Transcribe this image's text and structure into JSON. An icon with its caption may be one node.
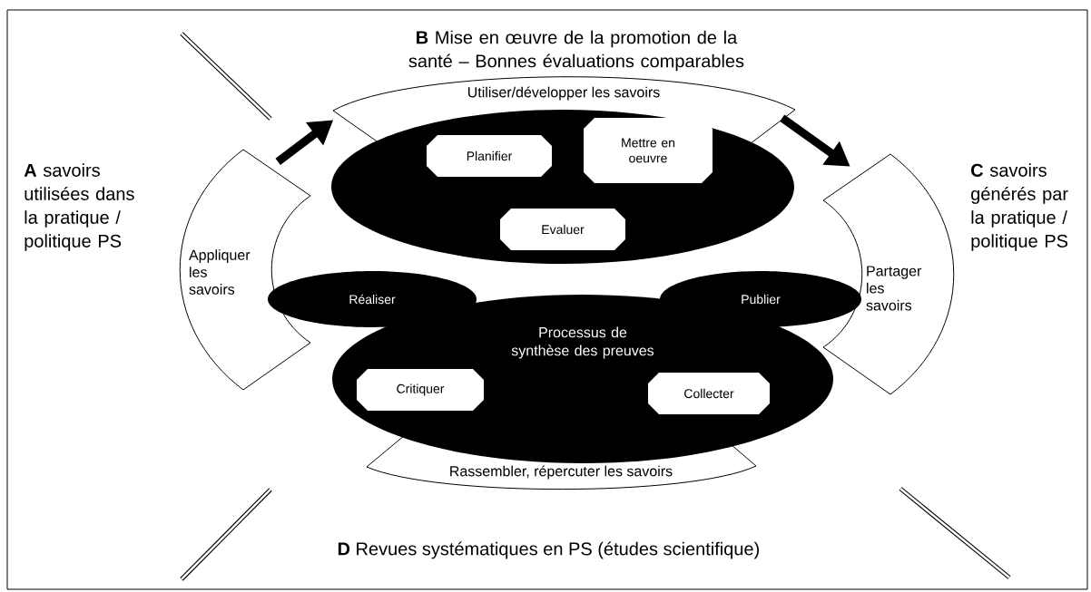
{
  "diagram": {
    "nodes": [
      {
        "text": [
          "Utiliser/développer les savoirs"
        ]
      },
      {
        "text": [],
        "shape": "ellipse"
      },
      {
        "text": [
          "Planifier"
        ],
        "in": 1
      },
      {
        "text": [
          "Mettre en oeuvre"
        ],
        "in": 1
      },
      {
        "text": [
          "Evaluer"
        ],
        "in": 1
      },
      {
        "text": [
          "Appliquer les savoirs"
        ]
      },
      {
        "text": [
          "Partager les savoirs"
        ]
      },
      {
        "text": [
          "Réaliser"
        ]
      },
      {
        "text": [
          "Publier"
        ]
      },
      {
        "text": [
          "Processus de synthèse des preuves"
        ]
      },
      {
        "text": [
          "Critiquer"
        ],
        "in": 9
      },
      {
        "text": [
          "Collecter"
        ],
        "in": 9
      },
      {
        "text": [
          "Rassembler, répercuter les savoirs"
        ]
      }
    ],
    "edges": [
      {
        "from": 5,
        "to": 0,
        "arrow": "to"
      },
      {
        "from": 0,
        "to": 6,
        "arrow": "to"
      }
    ],
    "labels": [
      "**B** Mise en œuvre de la promotion de la santé – Bonnes évaluations comparables",
      "**A** savoirs utilisées dans la pratique / politique PS",
      "**C** savoirs générés par la pratique / politique PS",
      "**D** Revues systématiques en PS (études scientifique)"
    ]
  }
}
